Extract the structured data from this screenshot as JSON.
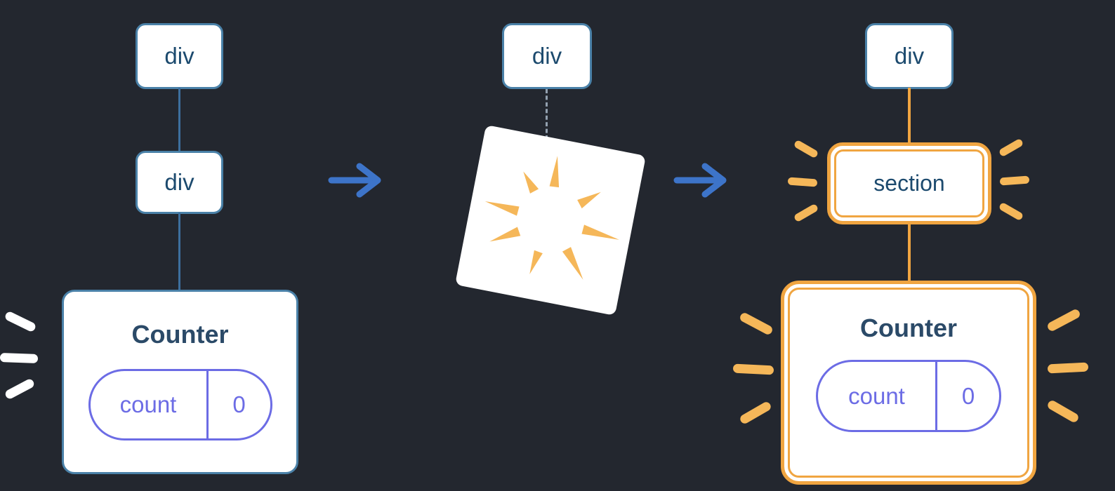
{
  "colors": {
    "background": "#23272f",
    "node_border": "#4A81A8",
    "node_text": "#1C4A6E",
    "line_blue": "#3D6F9E",
    "arrow_blue": "#3D74C9",
    "orange": "#F0A541",
    "orange_spark": "#F5B759",
    "purple": "#6C6CE5",
    "navy": "#2B4A68",
    "gray_dash": "#93A1B0",
    "white": "#FFFFFF"
  },
  "left_tree": {
    "root": {
      "label": "div"
    },
    "child": {
      "label": "div"
    },
    "counter": {
      "title": "Counter",
      "state_key": "count",
      "state_value": "0"
    }
  },
  "middle": {
    "root": {
      "label": "div"
    }
  },
  "right_tree": {
    "root": {
      "label": "div"
    },
    "section": {
      "label": "section"
    },
    "counter": {
      "title": "Counter",
      "state_key": "count",
      "state_value": "0"
    }
  }
}
